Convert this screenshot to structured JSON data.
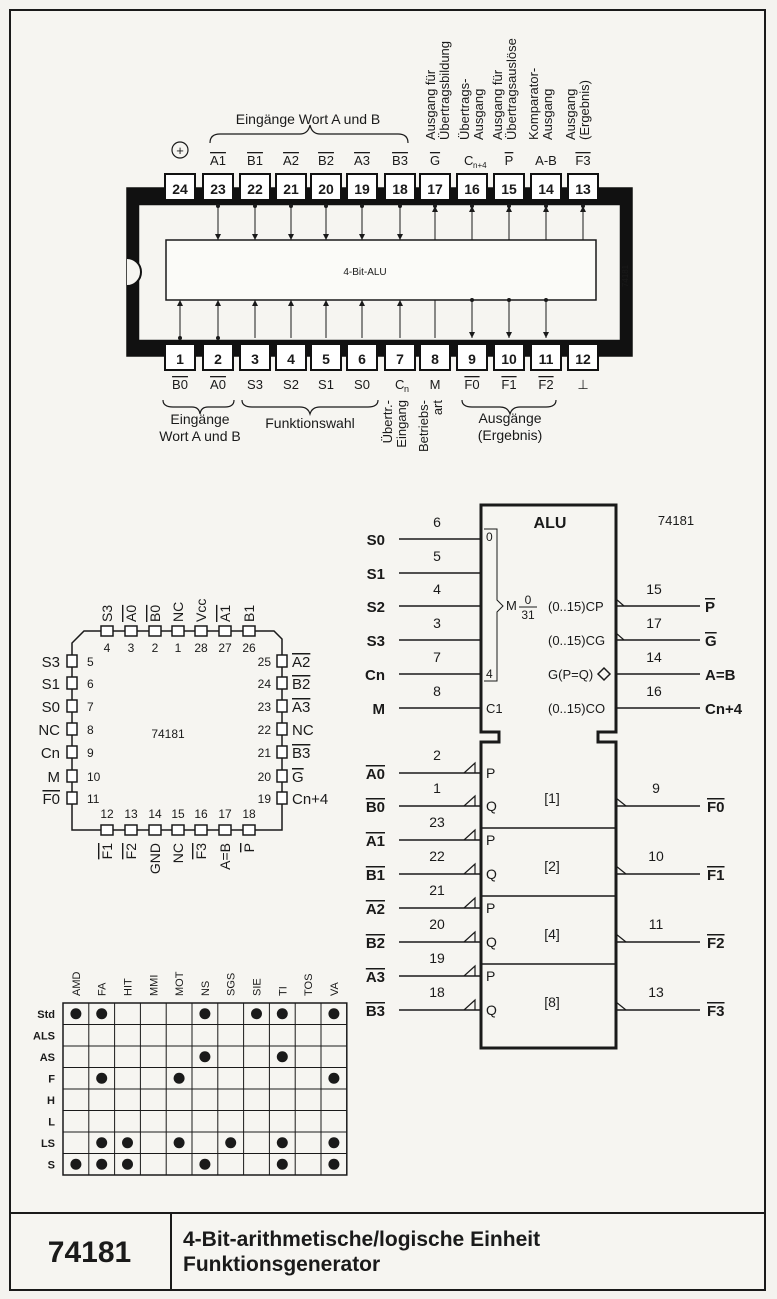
{
  "part_number": "74181",
  "description": {
    "line1": "4-Bit-arithmetische/logische Einheit",
    "line2": "Funktionsgenerator"
  },
  "dip": {
    "chip_label": "4-Bit-ALU",
    "side_code": "74181",
    "top_pins": [
      {
        "num": "24",
        "name": "+"
      },
      {
        "num": "23",
        "name": "A1",
        "bar": true
      },
      {
        "num": "22",
        "name": "B1",
        "bar": true
      },
      {
        "num": "21",
        "name": "A2",
        "bar": true
      },
      {
        "num": "20",
        "name": "B2",
        "bar": true
      },
      {
        "num": "19",
        "name": "A3",
        "bar": true
      },
      {
        "num": "18",
        "name": "B3",
        "bar": true
      },
      {
        "num": "17",
        "name": "G",
        "bar": true
      },
      {
        "num": "16",
        "name": "Cn+4"
      },
      {
        "num": "15",
        "name": "P",
        "bar": true
      },
      {
        "num": "14",
        "name": "A-B"
      },
      {
        "num": "13",
        "name": "F3",
        "bar": true
      }
    ],
    "bottom_pins": [
      {
        "num": "1",
        "name": "B0",
        "bar": true
      },
      {
        "num": "2",
        "name": "A0",
        "bar": true
      },
      {
        "num": "3",
        "name": "S3"
      },
      {
        "num": "4",
        "name": "S2"
      },
      {
        "num": "5",
        "name": "S1"
      },
      {
        "num": "6",
        "name": "S0"
      },
      {
        "num": "7",
        "name": "Cn"
      },
      {
        "num": "8",
        "name": "M"
      },
      {
        "num": "9",
        "name": "F0",
        "bar": true
      },
      {
        "num": "10",
        "name": "F1",
        "bar": true
      },
      {
        "num": "11",
        "name": "F2",
        "bar": true
      },
      {
        "num": "12",
        "name": "⊥"
      }
    ],
    "group_top": "Eingänge Wort A und B",
    "vertical_labels": [
      {
        "l1": "Ausgang für",
        "l2": "Übertragsbildung"
      },
      {
        "l1": "Übertrags-",
        "l2": "Ausgang"
      },
      {
        "l1": "Ausgang für",
        "l2": "Übertragsauslöse"
      },
      {
        "l1": "Komparator-",
        "l2": "Ausgang"
      },
      {
        "l1": "Ausgang",
        "l2": "(Ergebnis)"
      }
    ],
    "group_bottom_inputs": {
      "l1": "Eingänge",
      "l2": "Wort A und B"
    },
    "group_bottom_func": "Funktionswahl",
    "bottom_vertical": [
      {
        "l1": "Übertr.-",
        "l2": "Eingang"
      },
      {
        "l1": "Betriebs-",
        "l2": "art"
      }
    ],
    "group_bottom_outputs": {
      "l1": "Ausgänge",
      "l2": "(Ergebnis)"
    }
  },
  "plcc": {
    "center_label": "74181",
    "top": [
      {
        "name": "S3",
        "num": "4"
      },
      {
        "name": "A0",
        "bar": true,
        "num": "3"
      },
      {
        "name": "B0",
        "bar": true,
        "num": "2"
      },
      {
        "name": "NC",
        "num": "1"
      },
      {
        "name": "Vcc",
        "num": "28"
      },
      {
        "name": "A1",
        "bar": true,
        "num": "27"
      },
      {
        "name": "B1",
        "num": "26"
      }
    ],
    "left": [
      {
        "name": "S3",
        "num": "5"
      },
      {
        "name": "S1",
        "num": "6"
      },
      {
        "name": "S0",
        "num": "7"
      },
      {
        "name": "NC",
        "num": "8"
      },
      {
        "name": "Cn",
        "num": "9"
      },
      {
        "name": "M",
        "num": "10"
      },
      {
        "name": "F0",
        "bar": true,
        "num": "11"
      }
    ],
    "right": [
      {
        "num": "25",
        "name": "A2",
        "bar": true
      },
      {
        "num": "24",
        "name": "B2",
        "bar": true
      },
      {
        "num": "23",
        "name": "A3",
        "bar": true
      },
      {
        "num": "22",
        "name": "NC"
      },
      {
        "num": "21",
        "name": "B3",
        "bar": true
      },
      {
        "num": "20",
        "name": "G",
        "bar": true
      },
      {
        "num": "19",
        "name": "Cn+4"
      }
    ],
    "bottom": [
      {
        "num": "12",
        "name": "F1",
        "bar": true
      },
      {
        "num": "13",
        "name": "F2",
        "bar": true
      },
      {
        "num": "14",
        "name": "GND"
      },
      {
        "num": "15",
        "name": "NC"
      },
      {
        "num": "16",
        "name": "F3",
        "bar": true
      },
      {
        "num": "17",
        "name": "A=B"
      },
      {
        "num": "18",
        "name": "P",
        "bar": true
      }
    ]
  },
  "logic": {
    "title": "ALU",
    "code": "74181",
    "mode_label": "M",
    "mode_num": "0",
    "mode_den": "31",
    "c1_label": "C1",
    "in_index_top": "0",
    "in_index_bottom": "4",
    "control_inputs": [
      {
        "pin": "6",
        "name": "S0"
      },
      {
        "pin": "5",
        "name": "S1"
      },
      {
        "pin": "4",
        "name": "S2"
      },
      {
        "pin": "3",
        "name": "S3"
      },
      {
        "pin": "7",
        "name": "Cn"
      },
      {
        "pin": "8",
        "name": "M"
      }
    ],
    "control_outputs": [
      {
        "pin": "15",
        "func": "(0..15)CP",
        "name": "P",
        "bar": true
      },
      {
        "pin": "17",
        "func": "(0..15)CG",
        "name": "G",
        "bar": true
      },
      {
        "pin": "14",
        "func": "G(P=Q)",
        "name": "A=B"
      },
      {
        "pin": "16",
        "func": "(0..15)CO",
        "name": "Cn+4"
      }
    ],
    "sections": [
      {
        "weight": "[1]",
        "p_pin": "2",
        "p_name": "A0",
        "q_pin": "1",
        "q_name": "B0",
        "f_pin": "9",
        "f_name": "F0"
      },
      {
        "weight": "[2]",
        "p_pin": "23",
        "p_name": "A1",
        "q_pin": "22",
        "q_name": "B1",
        "f_pin": "10",
        "f_name": "F1"
      },
      {
        "weight": "[4]",
        "p_pin": "21",
        "p_name": "A2",
        "q_pin": "20",
        "q_name": "B2",
        "f_pin": "11",
        "f_name": "F2"
      },
      {
        "weight": "[8]",
        "p_pin": "19",
        "p_name": "A3",
        "q_pin": "18",
        "q_name": "B3",
        "f_pin": "13",
        "f_name": "F3"
      }
    ],
    "p_label": "P",
    "q_label": "Q"
  },
  "availability": {
    "manufacturers": [
      "AMD",
      "FA",
      "HIT",
      "MMI",
      "MOT",
      "NS",
      "SGS",
      "SIE",
      "TI",
      "TOS",
      "VA"
    ],
    "families": [
      {
        "name": "Std",
        "dots": [
          1,
          1,
          0,
          0,
          0,
          1,
          0,
          1,
          1,
          0,
          1
        ]
      },
      {
        "name": "ALS",
        "dots": [
          0,
          0,
          0,
          0,
          0,
          0,
          0,
          0,
          0,
          0,
          0
        ]
      },
      {
        "name": "AS",
        "dots": [
          0,
          0,
          0,
          0,
          0,
          1,
          0,
          0,
          1,
          0,
          0
        ]
      },
      {
        "name": "F",
        "dots": [
          0,
          1,
          0,
          0,
          1,
          0,
          0,
          0,
          0,
          0,
          1
        ]
      },
      {
        "name": "H",
        "dots": [
          0,
          0,
          0,
          0,
          0,
          0,
          0,
          0,
          0,
          0,
          0
        ]
      },
      {
        "name": "L",
        "dots": [
          0,
          0,
          0,
          0,
          0,
          0,
          0,
          0,
          0,
          0,
          0
        ]
      },
      {
        "name": "LS",
        "dots": [
          0,
          1,
          1,
          0,
          1,
          0,
          1,
          0,
          1,
          0,
          1
        ]
      },
      {
        "name": "S",
        "dots": [
          1,
          1,
          1,
          0,
          0,
          1,
          0,
          0,
          1,
          0,
          1
        ]
      }
    ]
  }
}
